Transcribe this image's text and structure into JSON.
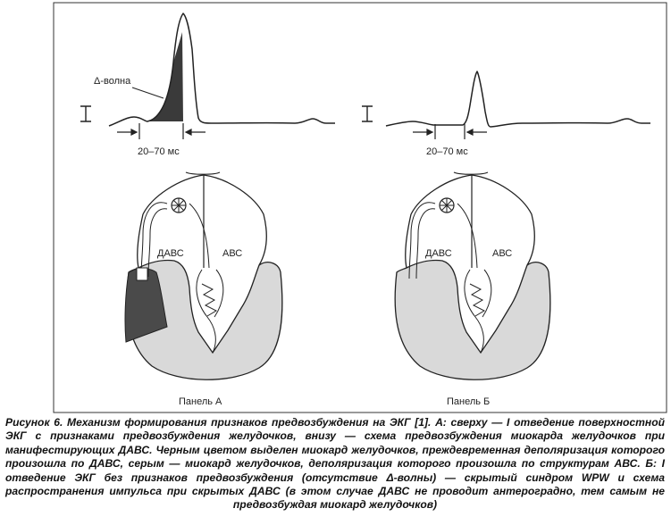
{
  "panel_a": {
    "delta_label": "Δ-волна",
    "interval_label": "20–70 мс",
    "accessory_label": "ДАВС",
    "av_label": "АВС",
    "title": "Панель А"
  },
  "panel_b": {
    "interval_label": "20–70 мс",
    "accessory_label": "ДАВС",
    "av_label": "АВС",
    "title": "Панель Б"
  },
  "caption": "Рисунок 6. Механизм формирования признаков предвозбуждения на ЭКГ [1]. А: сверху — I отведение поверхностной ЭКГ с признаками предвозбуждения желудочков, внизу — схема предвозбуждения миокарда желудочков при манифестирующих ДАВС. Черным цветом выделен миокард желудочков, преждевременная деполяризация которого произошла по ДАВС, серым — миокард желудочков, деполяризация которого произошла по структурам АВС. Б: I отведение ЭКГ без признаков предвозбуждения (отсутствие Δ-волны) — скрытый синдром WPW и схема распространения импульса при скрытых ДАВС (в этом случае ДАВС не проводит антероградно, тем самым не предвозбуждая миокард желудочков)",
  "colors": {
    "frame": "#222222",
    "gray_myocardium": "#d9d9d9",
    "dark_myocardium": "#4a4a4a"
  }
}
